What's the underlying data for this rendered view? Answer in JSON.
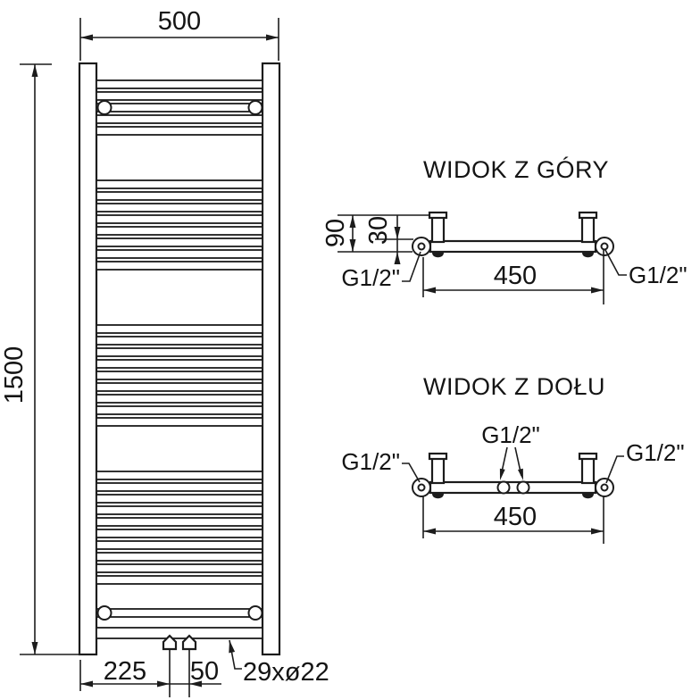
{
  "front_view": {
    "width_label": "500",
    "height_label": "1500",
    "bottom_offset_label": "225",
    "valve_spacing_label": "50",
    "tube_count_label": "29xø22"
  },
  "top_view": {
    "title": "WIDOK Z GÓRY",
    "depth_label": "90",
    "collector_offset_label": "30",
    "connection_spacing_label": "450",
    "left_connection_label": "G1/2\"",
    "right_connection_label": "G1/2\""
  },
  "bottom_view": {
    "title": "WIDOK Z DOŁU",
    "connection_spacing_label": "450",
    "left_connection_label": "G1/2\"",
    "center_connection_label": "G1/2\"",
    "right_connection_label": "G1/2\""
  }
}
